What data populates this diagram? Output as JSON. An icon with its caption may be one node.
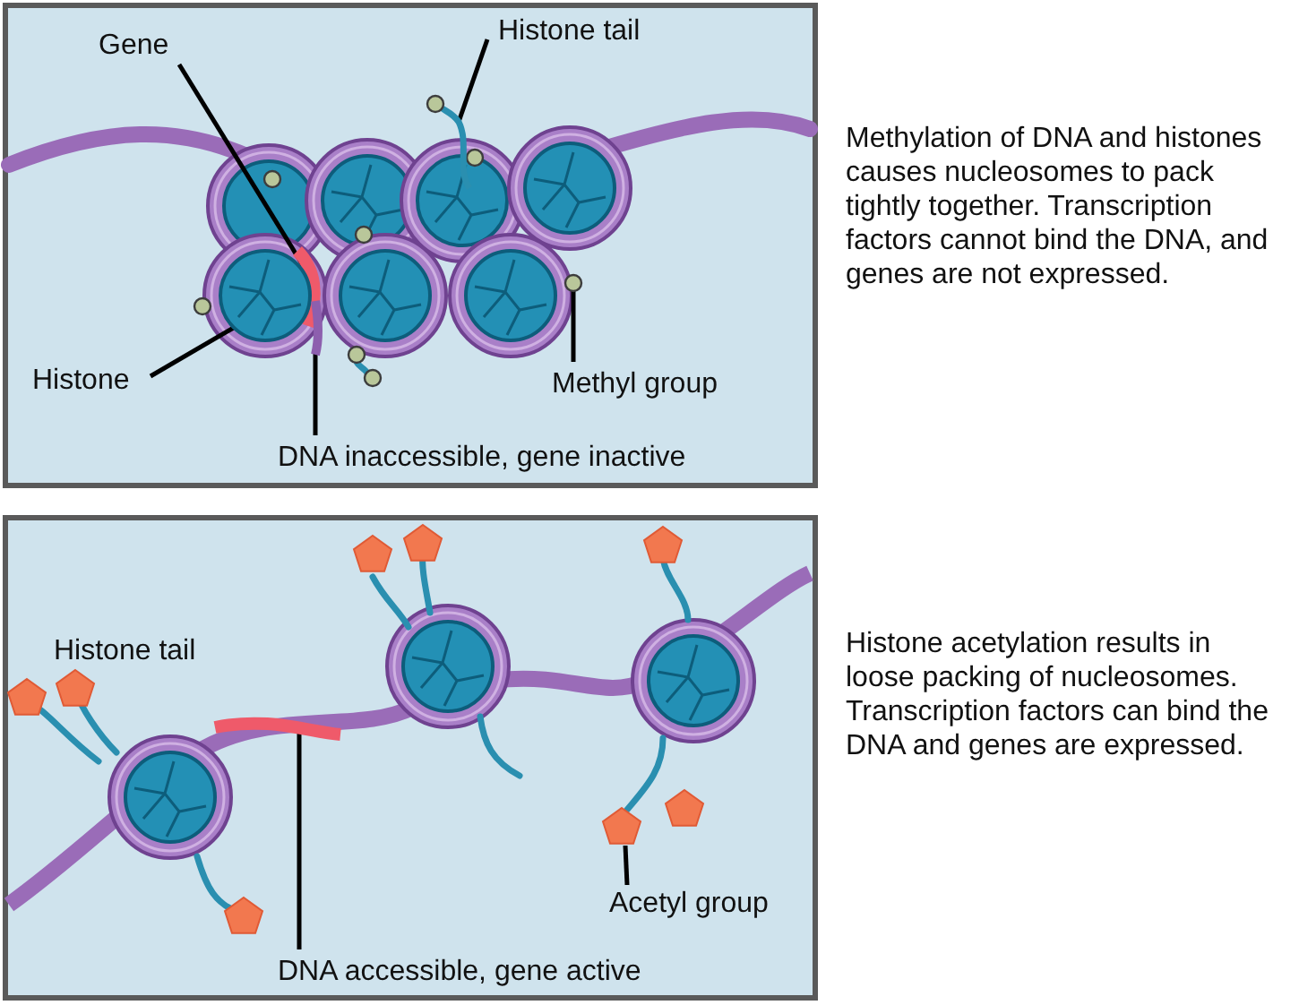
{
  "diagram": {
    "nodes": [
      {
        "text": [
          "Gene"
        ]
      },
      {
        "text": [
          "Histone tail"
        ]
      },
      {
        "text": [
          "Histone"
        ]
      },
      {
        "text": [
          "Methyl group"
        ]
      },
      {
        "text": [
          "DNA inaccessible, gene inactive"
        ]
      },
      {
        "text": [
          "Acetyl group"
        ]
      },
      {
        "text": [
          "DNA accessible, gene active"
        ]
      },
      {
        "text": [],
        "shape": "picture"
      },
      {
        "text": [],
        "shape": "picture"
      },
      {
        "text": [],
        "shape": "picture"
      },
      {
        "text": [],
        "shape": "picture"
      },
      {
        "text": [],
        "shape": "picture"
      },
      {
        "text": [],
        "shape": "picture"
      },
      {
        "text": [],
        "shape": "picture"
      }
    ],
    "edges": [
      {
        "from": 0,
        "to": 7,
        "arrow": "none"
      },
      {
        "from": 1,
        "to": 8,
        "arrow": "none"
      },
      {
        "from": 2,
        "to": 9,
        "arrow": "none"
      },
      {
        "from": 3,
        "to": 10,
        "arrow": "none"
      },
      {
        "from": 4,
        "to": 11,
        "arrow": "none"
      },
      {
        "from": 5,
        "to": 12,
        "arrow": "none"
      },
      {
        "from": 6,
        "to": 13,
        "arrow": "none"
      }
    ],
    "labels": [
      "Methylation of DNA and histones causes nucleosomes to pack tightly together. Transcription factors cannot bind the DNA, and genes are not expressed.",
      "Histone tail",
      "Histone acetylation results in loose packing of nucleosomes. Transcription factors can bind the DNA and genes are expressed."
    ]
  }
}
